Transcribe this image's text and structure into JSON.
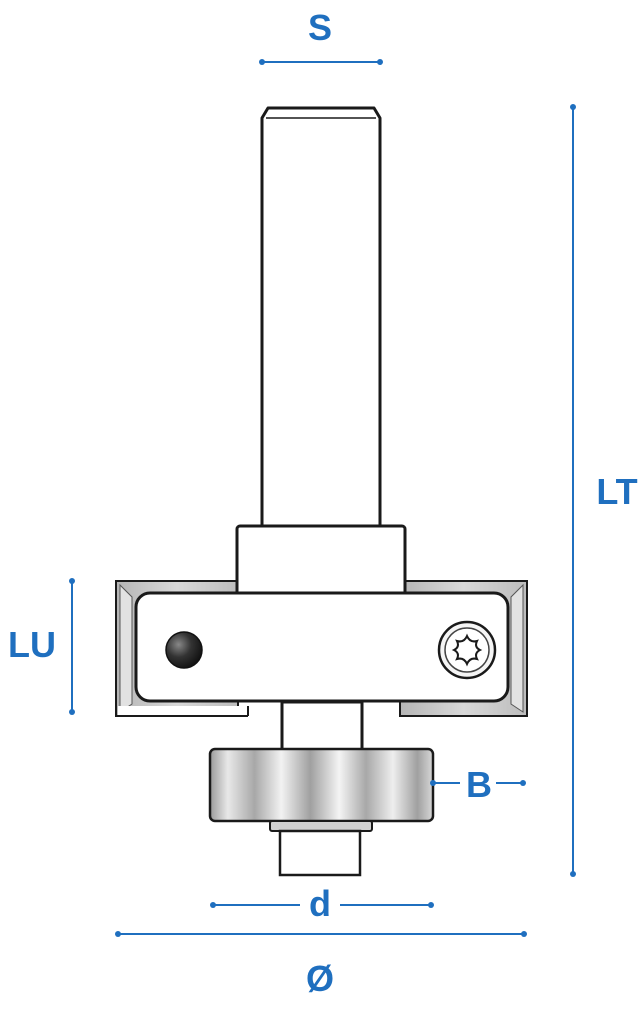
{
  "colors": {
    "accent": "#1f6fbf",
    "outline": "#1a1a1a",
    "cutter_gray": "#c9c9c9",
    "shank_fill": "#ffffff"
  },
  "labels": {
    "shank": "S",
    "total_length": "LT",
    "cutting_length": "LU",
    "bearing_width": "B",
    "bearing_bore": "d",
    "diameter": "Ø"
  }
}
